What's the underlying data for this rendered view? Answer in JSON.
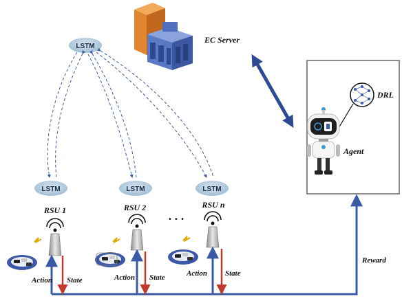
{
  "server": {
    "label": "EC Server"
  },
  "lstm": {
    "label": "LSTM"
  },
  "rsus": [
    {
      "name": "RSU 1"
    },
    {
      "name": "RSU 2"
    },
    {
      "name": "RSU n"
    }
  ],
  "ellipsis": "• • •",
  "agent": {
    "label": "Agent",
    "drl_label": "DRL"
  },
  "signals": {
    "action": "Action",
    "state": "State",
    "reward": "Reward"
  },
  "colors": {
    "blue": "#3b5aa6",
    "red": "#c0392b",
    "lstm_fill": "#b9cfe0",
    "server": "#4a67b0",
    "dark_blue": "#2e4a93"
  }
}
